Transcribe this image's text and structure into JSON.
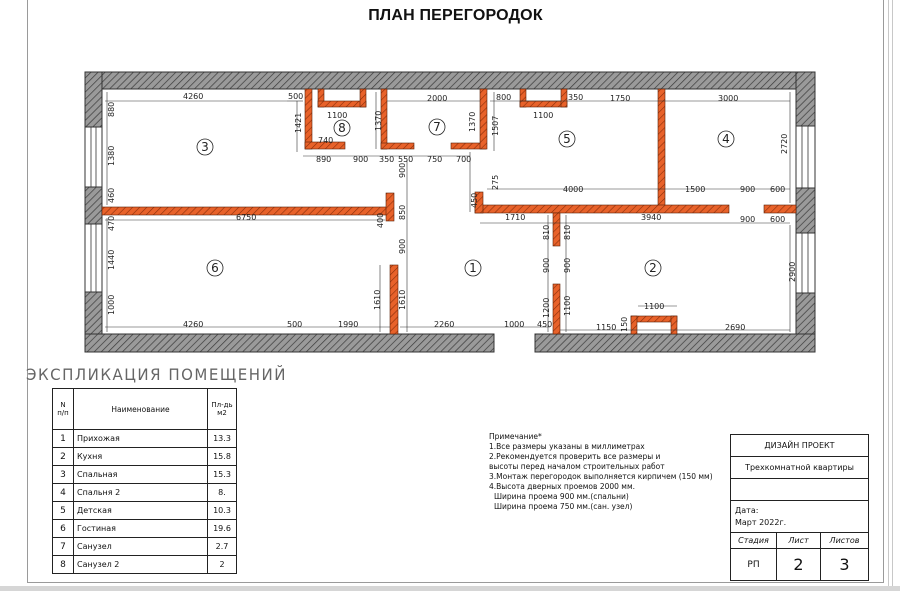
{
  "sheet": {
    "title": "ПЛАН ПЕРЕГОРОДОК"
  },
  "plan": {
    "rooms": [
      {
        "num": "1"
      },
      {
        "num": "2"
      },
      {
        "num": "3"
      },
      {
        "num": "4"
      },
      {
        "num": "5"
      },
      {
        "num": "6"
      },
      {
        "num": "7"
      },
      {
        "num": "8"
      }
    ],
    "dims": {
      "r3_top": "4260",
      "r3_top_gap": "500",
      "r3_left_880": "880",
      "r3_left_1380": "1380",
      "r3_left_460": "460",
      "r8_1100": "1100",
      "r8_1421": "1421",
      "r8_740": "740",
      "r8_890": "890",
      "r8_900": "900",
      "r8_1370": "1370",
      "r8_350": "350",
      "r7_2000": "2000",
      "r7_550": "550",
      "r7_750": "750",
      "r7_700": "700",
      "r7_1370": "1370",
      "r7_1507": "1507",
      "r5_800": "800",
      "r5_1100": "1100",
      "r5_350": "350",
      "r5_1750": "1750",
      "r5_4000": "4000",
      "r5_275": "275",
      "r4_3000": "3000",
      "r4_2720": "2720",
      "r4_1500": "1500",
      "r4_900": "900",
      "r4_600": "600",
      "hall_900a": "900",
      "hall_850": "850",
      "hall_400": "400",
      "hall_900b": "900",
      "hall_1610a": "1610",
      "hall_1610b": "1610",
      "hall_450": "450",
      "mid_1710": "1710",
      "mid_3940": "3940",
      "mid_900": "900",
      "mid_600": "600",
      "r6_6750": "6750",
      "r6_470": "470",
      "r6_1440": "1440",
      "r6_1000": "1000",
      "r6_4260": "4260",
      "r6_500": "500",
      "r6_1990": "1990",
      "r1_2260": "2260",
      "r1_1000": "1000",
      "r1_450": "450",
      "r2_810a": "810",
      "r2_810b": "810",
      "r2_900a": "900",
      "r2_900b": "900",
      "r2_1200": "1200",
      "r2_1100": "1100",
      "r2_1150": "1150",
      "r2_150": "150",
      "r2_1100b": "1100",
      "r2_2690": "2690",
      "r2_2900": "2900"
    },
    "colors": {
      "partition": "#e8622a",
      "wall_hatch": "#8a8a8a",
      "line": "#222222"
    }
  },
  "explication": {
    "title": "ЭКСПЛИКАЦИЯ ПОМЕЩЕНИЙ",
    "headers": {
      "num": "N п/п",
      "name": "Наименование",
      "area": "Пл-дь м2"
    },
    "rows": [
      {
        "num": "1",
        "name": "Прихожая",
        "area": "13.3"
      },
      {
        "num": "2",
        "name": "Кухня",
        "area": "15.8"
      },
      {
        "num": "3",
        "name": "Спальная",
        "area": "15.3"
      },
      {
        "num": "4",
        "name": "Спальня 2",
        "area": "8."
      },
      {
        "num": "5",
        "name": "Детская",
        "area": "10.3"
      },
      {
        "num": "6",
        "name": "Гостиная",
        "area": "19.6"
      },
      {
        "num": "7",
        "name": "Санузел",
        "area": "2.7"
      },
      {
        "num": "8",
        "name": "Санузел 2",
        "area": "2"
      }
    ]
  },
  "notes": {
    "heading": "Примечание*",
    "lines": [
      "1.Все размеры указаны в миллиметрах",
      "2.Рекомендуется проверить все размеры и",
      "высоты перед началом строительных работ",
      "3.Монтаж перегородок выполняется кирпичем (150 мм)",
      "4.Высота дверных проемов 2000 мм.",
      "Ширина проема 900 мм.(спальни)",
      "Ширина проема 750 мм.(сан. узел)"
    ]
  },
  "stamp": {
    "project": "ДИЗАЙН ПРОЕКТ",
    "subject": "Трехкомнатной квартиры",
    "empty": "",
    "date_label": "Дата:",
    "date_value": "Март 2022г.",
    "stage_label": "Стадия",
    "sheet_label": "Лист",
    "sheets_label": "Листов",
    "stage_value": "РП",
    "sheet_value": "2",
    "sheets_value": "3"
  }
}
